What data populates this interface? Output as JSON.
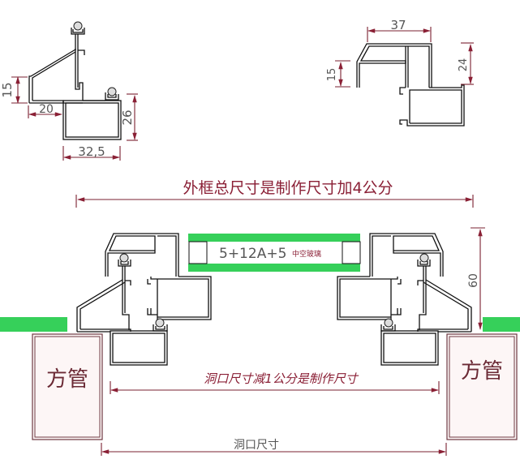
{
  "diagram": {
    "title_overall": "外框总尺寸是制作尺寸加4公分",
    "glass_label": {
      "spec": "5+12A+5",
      "type": "中空玻璃"
    },
    "make_size_note": "洞口尺寸减1公分是制作尺寸",
    "opening_size_label": "洞口尺寸",
    "square_tube_label": "方管",
    "profile_left_detail": {
      "dims": {
        "height_left": "15",
        "width_left": "20",
        "height_right": "26",
        "width_bottom": "32,5"
      }
    },
    "profile_right_detail": {
      "dims": {
        "width_top": "37",
        "height_left": "15",
        "height_right": "24"
      }
    },
    "assembly_dims": {
      "frame_height": "60"
    },
    "colors": {
      "dimension_line": "#7a2030",
      "annotation_text": "#8a1f35",
      "wall_green": "#36d05a",
      "profile_line": "#111111",
      "tube_border": "#6e3a42"
    }
  }
}
